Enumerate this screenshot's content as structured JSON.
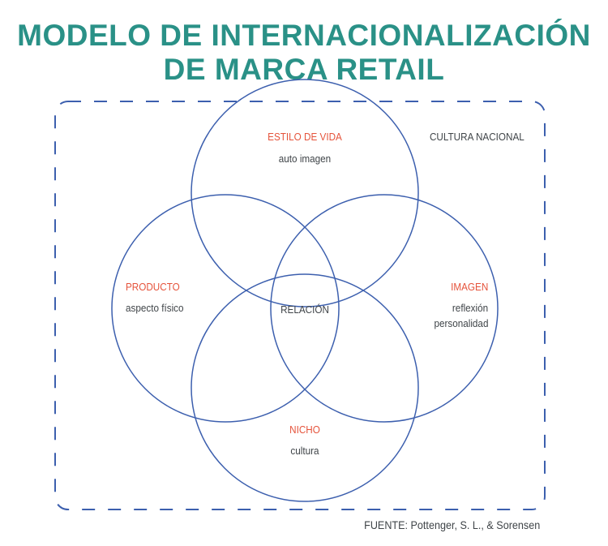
{
  "title": {
    "line1": "MODELO DE INTERNACIONALIZACIÓN",
    "line2": "DE MARCA RETAIL"
  },
  "outer_label": "CULTURA NACIONAL",
  "circles": {
    "top": {
      "title": "ESTILO DE VIDA",
      "subtitle": "auto imagen"
    },
    "left": {
      "title": "PRODUCTO",
      "subtitle": "aspecto físico"
    },
    "right": {
      "title": "IMAGEN",
      "subtitle_1": "reflexión",
      "subtitle_2": "personalidad"
    },
    "bottom": {
      "title": "NICHO",
      "subtitle": "cultura"
    }
  },
  "center_label": "RELACIÓN",
  "source": "FUENTE: Pottenger, S. L., & Sorensen",
  "colors": {
    "title": "#2a9187",
    "lines": "#3c5fae",
    "accent": "#e5533b",
    "text": "#3f4448"
  }
}
